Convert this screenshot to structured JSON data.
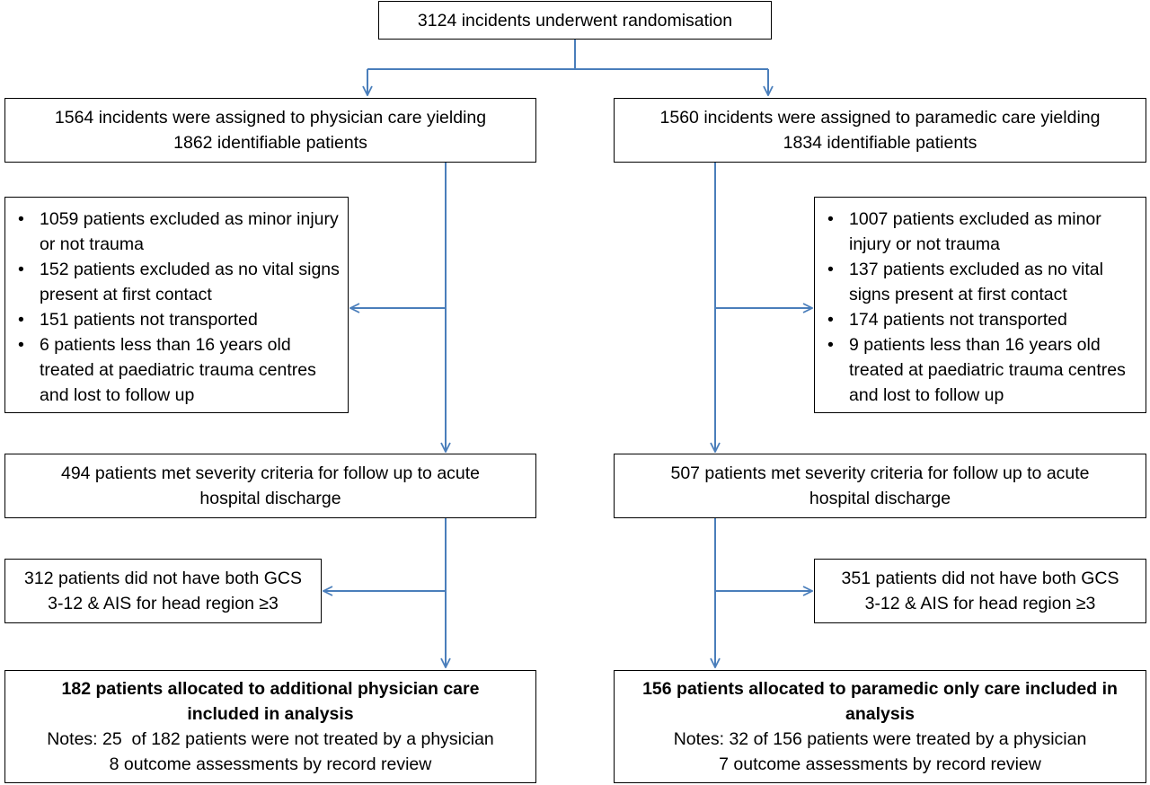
{
  "colors": {
    "connector": "#4a7ebb",
    "box_border": "#000000",
    "background": "#ffffff"
  },
  "top": {
    "text": "3124 incidents underwent randomisation"
  },
  "left": {
    "assigned": {
      "line1": "1564 incidents were assigned to physician care yielding",
      "line2": "1862 identifiable patients"
    },
    "excluded": [
      "1059 patients excluded as minor injury or not trauma",
      "152 patients excluded as no vital signs present at first contact",
      "151 patients not transported",
      "6 patients less than 16 years old treated at paediatric trauma centres and lost to follow up"
    ],
    "severity": {
      "line1": "494 patients met severity criteria for follow up to acute",
      "line2": "hospital discharge"
    },
    "gcs": {
      "line1": "312 patients did not have both GCS",
      "line2": "3-12 & AIS for head region ≥3"
    },
    "final": {
      "bold1": "182 patients allocated to additional physician care",
      "bold2": "included in analysis",
      "note1": "Notes: 25  of 182 patients were not treated by a physician",
      "note2": "8 outcome assessments by record review"
    }
  },
  "right": {
    "assigned": {
      "line1": "1560 incidents were assigned to paramedic care yielding",
      "line2": "1834 identifiable patients"
    },
    "excluded": [
      "1007 patients excluded as minor injury or not trauma",
      "137 patients excluded as no vital signs present at first contact",
      "174 patients not transported",
      "9 patients less than 16 years old treated at paediatric trauma centres and lost to follow up"
    ],
    "severity": {
      "line1": "507 patients met severity criteria for follow up to acute",
      "line2": "hospital discharge"
    },
    "gcs": {
      "line1": "351 patients did not have both GCS",
      "line2": "3-12 & AIS for head region ≥3"
    },
    "final": {
      "bold1": "156 patients allocated to paramedic only care included in",
      "bold2": "analysis",
      "note1": "Notes: 32 of 156 patients were treated by a physician",
      "note2": "7 outcome assessments by record review"
    }
  }
}
